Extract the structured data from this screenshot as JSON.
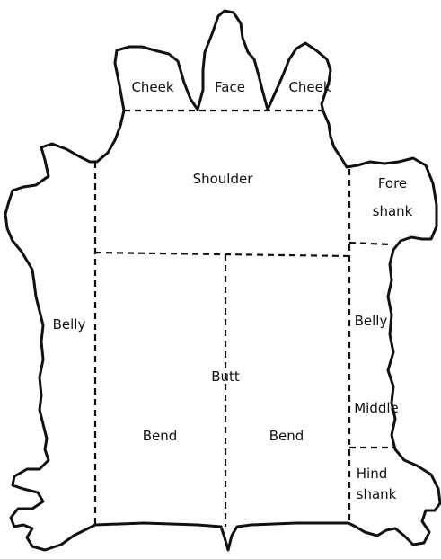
{
  "diagram": {
    "labels": {
      "cheek_left": "Cheek",
      "face": "Face",
      "cheek_right": "Cheek",
      "shoulder": "Shoulder",
      "fore_shank_line1": "Fore",
      "fore_shank_line2": "shank",
      "belly_left": "Belly",
      "belly_right": "Belly",
      "butt": "Butt",
      "bend_left": "Bend",
      "bend_right": "Bend",
      "middle": "Middle",
      "hind_shank_line1": "Hind",
      "hind_shank_line2": "shank"
    }
  }
}
